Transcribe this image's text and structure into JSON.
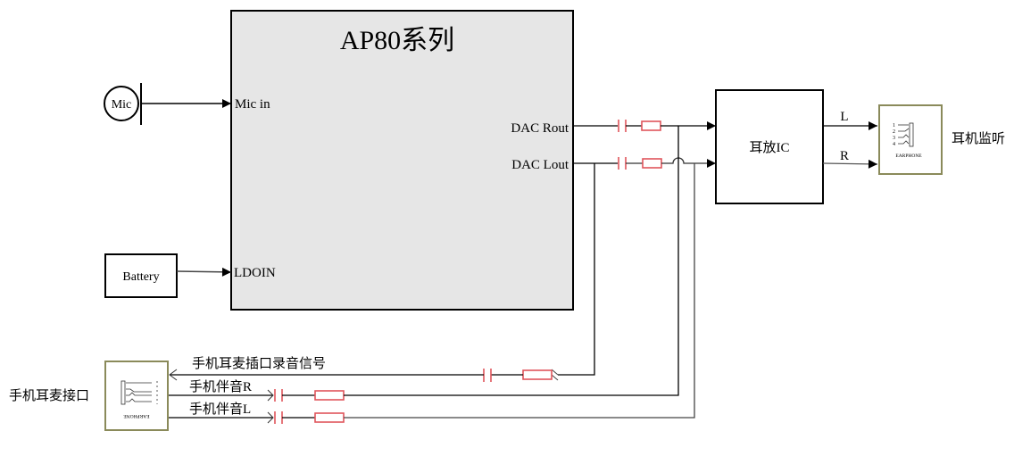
{
  "diagram": {
    "chip": {
      "title": "AP80系列",
      "pins": {
        "mic_in": "Mic in",
        "ldoin": "LDOIN",
        "dac_rout": "DAC Rout",
        "dac_lout": "DAC Lout"
      }
    },
    "mic": {
      "label": "Mic"
    },
    "battery": {
      "label": "Battery"
    },
    "amp": {
      "label": "耳放IC",
      "out_l": "L",
      "out_r": "R"
    },
    "earphone_monitor": {
      "icon_text": "EARPHONE",
      "pin_numbers": [
        "1",
        "2",
        "3",
        "4"
      ],
      "label": "耳机监听"
    },
    "phone_jack": {
      "icon_text": "EARPHONE",
      "label": "手机耳麦接口"
    },
    "signals": {
      "record": "手机耳麦插口录音信号",
      "accomp_r": "手机伴音R",
      "accomp_l": "手机伴音L"
    },
    "colors": {
      "chip_fill": "#e6e6e6",
      "component_red": "#e0555b",
      "jack_border": "#8a8a5a",
      "line": "#000000"
    }
  }
}
